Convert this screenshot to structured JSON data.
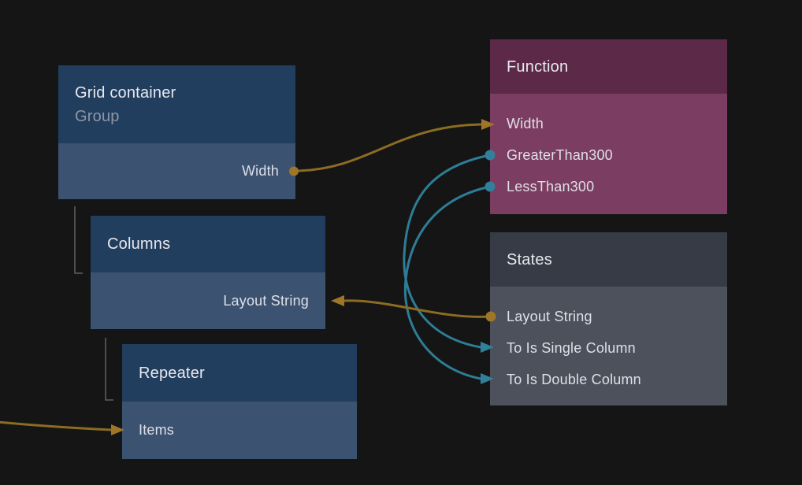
{
  "canvas": {
    "background": "#151515"
  },
  "colors": {
    "gold_port": "#9e7627",
    "gold_wire": "#8c6c22",
    "teal_port": "#31809b",
    "teal_wire": "#2e7d96",
    "hierarchy_line": "#5e6064",
    "blue_node_header": "#213e5e",
    "blue_node_body": "#3b5271",
    "purple_node_header": "#5d2949",
    "purple_node_body": "#7c3d62",
    "gray_node_header": "#373b45",
    "gray_node_body": "#4c515b"
  },
  "nodes": {
    "grid_container": {
      "title": "Grid container",
      "subtitle": "Group",
      "rows": [
        {
          "label": "Width",
          "port": "output-dot",
          "port_side": "right",
          "port_color": "gold"
        }
      ]
    },
    "columns": {
      "title": "Columns",
      "rows": [
        {
          "label": "Layout String",
          "port": "input-arrow",
          "port_side": "right",
          "port_color": "gold"
        }
      ]
    },
    "repeater": {
      "title": "Repeater",
      "rows": [
        {
          "label": "Items",
          "port": "input-arrow",
          "port_side": "left",
          "port_color": "gold"
        }
      ]
    },
    "function": {
      "title": "Function",
      "rows": [
        {
          "label": "Width",
          "port": "input-arrow",
          "port_side": "left",
          "port_color": "gold"
        },
        {
          "label": "GreaterThan300",
          "port": "output-dot",
          "port_side": "left",
          "port_color": "teal"
        },
        {
          "label": "LessThan300",
          "port": "output-dot",
          "port_side": "left",
          "port_color": "teal"
        }
      ]
    },
    "states": {
      "title": "States",
      "rows": [
        {
          "label": "Layout String",
          "port": "output-dot",
          "port_side": "left",
          "port_color": "gold"
        },
        {
          "label": "To Is Single Column",
          "port": "input-arrow",
          "port_side": "left",
          "port_color": "teal"
        },
        {
          "label": "To Is Double Column",
          "port": "input-arrow",
          "port_side": "left",
          "port_color": "teal"
        }
      ]
    }
  },
  "connections": [
    {
      "from": "Grid container / Width",
      "to": "Function / Width",
      "color": "gold"
    },
    {
      "from": "Function / GreaterThan300",
      "to": "States / To Is Single Column",
      "color": "teal"
    },
    {
      "from": "Function / LessThan300",
      "to": "States / To Is Double Column",
      "color": "teal"
    },
    {
      "from": "States / Layout String",
      "to": "Columns / Layout String",
      "color": "gold"
    },
    {
      "from": "off-screen (left)",
      "to": "Repeater / Items",
      "color": "gold"
    }
  ],
  "hierarchy": [
    {
      "parent": "Grid container",
      "child": "Columns"
    },
    {
      "parent": "Columns",
      "child": "Repeater"
    }
  ]
}
